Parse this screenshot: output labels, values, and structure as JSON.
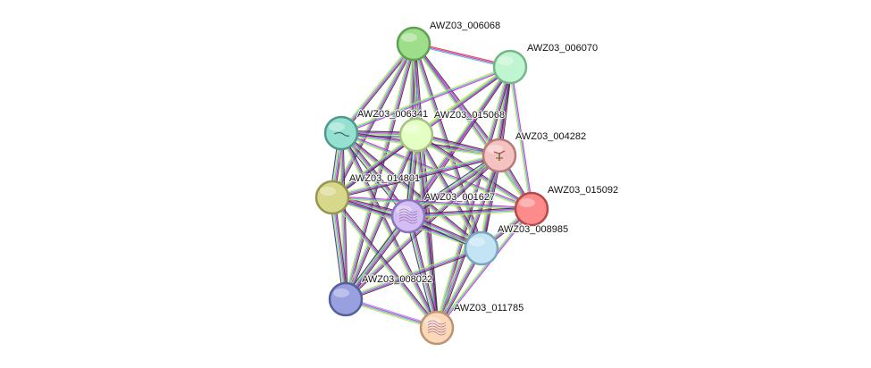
{
  "edge_colors": [
    "#333333",
    "#d620d6",
    "#3fbfbf",
    "#c8e05a",
    "#2f2f9f",
    "#e03030",
    "#a0a0e0"
  ],
  "nodes": [
    {
      "id": "AWZ03_006068",
      "label": "AWZ03_006068",
      "fill": "#9ede8a",
      "stroke": "#5ea054",
      "icon": "none"
    },
    {
      "id": "AWZ03_006070",
      "label": "AWZ03_006070",
      "fill": "#c0f5d2",
      "stroke": "#74b68a",
      "icon": "none"
    },
    {
      "id": "AWZ03_006341",
      "label": "AWZ03_006341",
      "fill": "#96e0d2",
      "stroke": "#4d9a8c",
      "icon": "line"
    },
    {
      "id": "AWZ03_015068",
      "label": "AWZ03_015068",
      "fill": "#e4ffc2",
      "stroke": "#a6c280",
      "icon": "none"
    },
    {
      "id": "AWZ03_004282",
      "label": "AWZ03_004282",
      "fill": "#f5c2c2",
      "stroke": "#b87878",
      "icon": "protein"
    },
    {
      "id": "AWZ03_014801",
      "label": "AWZ03_014801",
      "fill": "#d8d88c",
      "stroke": "#96964e",
      "icon": "none"
    },
    {
      "id": "AWZ03_001627",
      "label": "AWZ03_001627",
      "fill": "#d2bef5",
      "stroke": "#8c74bc",
      "icon": "structure"
    },
    {
      "id": "AWZ03_015092",
      "label": "AWZ03_015092",
      "fill": "#fc8c8c",
      "stroke": "#b84848",
      "icon": "none"
    },
    {
      "id": "AWZ03_008985",
      "label": "AWZ03_008985",
      "fill": "#c2e4f5",
      "stroke": "#78a6bc",
      "icon": "none"
    },
    {
      "id": "AWZ03_008022",
      "label": "AWZ03_008022",
      "fill": "#98a0e0",
      "stroke": "#54609e",
      "icon": "none"
    },
    {
      "id": "AWZ03_011785",
      "label": "AWZ03_011785",
      "fill": "#fad8b8",
      "stroke": "#bc9470",
      "icon": "structure"
    }
  ],
  "edges": [
    {
      "source": "AWZ03_006068",
      "target": "AWZ03_006070",
      "colors": [
        "#e03030",
        "#d620d6",
        "#3fbfbf"
      ]
    },
    {
      "source": "AWZ03_006068",
      "target": "AWZ03_006341",
      "colors": [
        "#333333",
        "#d620d6",
        "#3fbfbf",
        "#c8e05a"
      ]
    },
    {
      "source": "AWZ03_006068",
      "target": "AWZ03_015068",
      "colors": [
        "#333333",
        "#d620d6",
        "#3fbfbf",
        "#c8e05a"
      ]
    },
    {
      "source": "AWZ03_006068",
      "target": "AWZ03_004282",
      "colors": [
        "#333333",
        "#d620d6",
        "#3fbfbf",
        "#c8e05a"
      ]
    },
    {
      "source": "AWZ03_006068",
      "target": "AWZ03_014801",
      "colors": [
        "#333333",
        "#d620d6",
        "#3fbfbf",
        "#c8e05a"
      ]
    },
    {
      "source": "AWZ03_006068",
      "target": "AWZ03_001627",
      "colors": [
        "#333333",
        "#d620d6",
        "#3fbfbf",
        "#c8e05a"
      ]
    },
    {
      "source": "AWZ03_006068",
      "target": "AWZ03_015092",
      "colors": [
        "#d620d6",
        "#3fbfbf",
        "#c8e05a"
      ]
    },
    {
      "source": "AWZ03_006068",
      "target": "AWZ03_008985",
      "colors": [
        "#333333",
        "#d620d6",
        "#3fbfbf",
        "#c8e05a"
      ]
    },
    {
      "source": "AWZ03_006068",
      "target": "AWZ03_008022",
      "colors": [
        "#333333",
        "#d620d6",
        "#3fbfbf",
        "#c8e05a"
      ]
    },
    {
      "source": "AWZ03_006068",
      "target": "AWZ03_011785",
      "colors": [
        "#333333",
        "#d620d6",
        "#3fbfbf",
        "#c8e05a"
      ]
    },
    {
      "source": "AWZ03_006070",
      "target": "AWZ03_006341",
      "colors": [
        "#d620d6",
        "#3fbfbf",
        "#c8e05a"
      ]
    },
    {
      "source": "AWZ03_006070",
      "target": "AWZ03_015068",
      "colors": [
        "#333333",
        "#d620d6",
        "#3fbfbf",
        "#c8e05a"
      ]
    },
    {
      "source": "AWZ03_006070",
      "target": "AWZ03_004282",
      "colors": [
        "#333333",
        "#d620d6",
        "#3fbfbf",
        "#c8e05a"
      ]
    },
    {
      "source": "AWZ03_006070",
      "target": "AWZ03_014801",
      "colors": [
        "#d620d6",
        "#3fbfbf",
        "#c8e05a"
      ]
    },
    {
      "source": "AWZ03_006070",
      "target": "AWZ03_001627",
      "colors": [
        "#333333",
        "#d620d6",
        "#3fbfbf",
        "#c8e05a"
      ]
    },
    {
      "source": "AWZ03_006070",
      "target": "AWZ03_015092",
      "colors": [
        "#d620d6",
        "#3fbfbf",
        "#c8e05a"
      ]
    },
    {
      "source": "AWZ03_006070",
      "target": "AWZ03_008985",
      "colors": [
        "#333333",
        "#d620d6",
        "#3fbfbf",
        "#c8e05a"
      ]
    },
    {
      "source": "AWZ03_006070",
      "target": "AWZ03_008022",
      "colors": [
        "#d620d6",
        "#3fbfbf",
        "#c8e05a"
      ]
    },
    {
      "source": "AWZ03_006070",
      "target": "AWZ03_011785",
      "colors": [
        "#333333",
        "#d620d6",
        "#3fbfbf",
        "#c8e05a"
      ]
    },
    {
      "source": "AWZ03_006341",
      "target": "AWZ03_015068",
      "colors": [
        "#333333",
        "#d620d6",
        "#3fbfbf",
        "#c8e05a",
        "#2f2f9f"
      ]
    },
    {
      "source": "AWZ03_006341",
      "target": "AWZ03_004282",
      "colors": [
        "#333333",
        "#d620d6",
        "#3fbfbf",
        "#c8e05a"
      ]
    },
    {
      "source": "AWZ03_006341",
      "target": "AWZ03_014801",
      "colors": [
        "#333333",
        "#d620d6",
        "#3fbfbf",
        "#c8e05a",
        "#2f2f9f"
      ]
    },
    {
      "source": "AWZ03_006341",
      "target": "AWZ03_001627",
      "colors": [
        "#333333",
        "#d620d6",
        "#3fbfbf",
        "#c8e05a",
        "#2f2f9f"
      ]
    },
    {
      "source": "AWZ03_006341",
      "target": "AWZ03_015092",
      "colors": [
        "#d620d6",
        "#3fbfbf",
        "#c8e05a"
      ]
    },
    {
      "source": "AWZ03_006341",
      "target": "AWZ03_008985",
      "colors": [
        "#333333",
        "#d620d6",
        "#3fbfbf",
        "#c8e05a"
      ]
    },
    {
      "source": "AWZ03_006341",
      "target": "AWZ03_008022",
      "colors": [
        "#333333",
        "#d620d6",
        "#3fbfbf",
        "#c8e05a"
      ]
    },
    {
      "source": "AWZ03_006341",
      "target": "AWZ03_011785",
      "colors": [
        "#333333",
        "#d620d6",
        "#3fbfbf",
        "#c8e05a"
      ]
    },
    {
      "source": "AWZ03_015068",
      "target": "AWZ03_004282",
      "colors": [
        "#333333",
        "#d620d6",
        "#3fbfbf",
        "#c8e05a"
      ]
    },
    {
      "source": "AWZ03_015068",
      "target": "AWZ03_014801",
      "colors": [
        "#333333",
        "#d620d6",
        "#3fbfbf",
        "#c8e05a"
      ]
    },
    {
      "source": "AWZ03_015068",
      "target": "AWZ03_001627",
      "colors": [
        "#333333",
        "#d620d6",
        "#3fbfbf",
        "#c8e05a",
        "#2f2f9f"
      ]
    },
    {
      "source": "AWZ03_015068",
      "target": "AWZ03_015092",
      "colors": [
        "#333333",
        "#d620d6",
        "#3fbfbf",
        "#c8e05a"
      ]
    },
    {
      "source": "AWZ03_015068",
      "target": "AWZ03_008985",
      "colors": [
        "#333333",
        "#d620d6",
        "#3fbfbf",
        "#c8e05a"
      ]
    },
    {
      "source": "AWZ03_015068",
      "target": "AWZ03_008022",
      "colors": [
        "#333333",
        "#d620d6",
        "#3fbfbf",
        "#c8e05a"
      ]
    },
    {
      "source": "AWZ03_015068",
      "target": "AWZ03_011785",
      "colors": [
        "#333333",
        "#d620d6",
        "#3fbfbf",
        "#c8e05a"
      ]
    },
    {
      "source": "AWZ03_004282",
      "target": "AWZ03_014801",
      "colors": [
        "#333333",
        "#d620d6",
        "#3fbfbf",
        "#c8e05a"
      ]
    },
    {
      "source": "AWZ03_004282",
      "target": "AWZ03_001627",
      "colors": [
        "#333333",
        "#d620d6",
        "#3fbfbf",
        "#c8e05a",
        "#2f2f9f"
      ]
    },
    {
      "source": "AWZ03_004282",
      "target": "AWZ03_015092",
      "colors": [
        "#333333",
        "#d620d6",
        "#3fbfbf",
        "#c8e05a"
      ]
    },
    {
      "source": "AWZ03_004282",
      "target": "AWZ03_008985",
      "colors": [
        "#333333",
        "#d620d6",
        "#3fbfbf",
        "#c8e05a"
      ]
    },
    {
      "source": "AWZ03_004282",
      "target": "AWZ03_008022",
      "colors": [
        "#333333",
        "#d620d6",
        "#3fbfbf",
        "#c8e05a"
      ]
    },
    {
      "source": "AWZ03_004282",
      "target": "AWZ03_011785",
      "colors": [
        "#333333",
        "#d620d6",
        "#3fbfbf",
        "#c8e05a"
      ]
    },
    {
      "source": "AWZ03_014801",
      "target": "AWZ03_001627",
      "colors": [
        "#333333",
        "#d620d6",
        "#3fbfbf",
        "#c8e05a",
        "#2f2f9f"
      ]
    },
    {
      "source": "AWZ03_014801",
      "target": "AWZ03_015092",
      "colors": [
        "#d620d6",
        "#3fbfbf",
        "#c8e05a"
      ]
    },
    {
      "source": "AWZ03_014801",
      "target": "AWZ03_008985",
      "colors": [
        "#333333",
        "#d620d6",
        "#3fbfbf",
        "#c8e05a"
      ]
    },
    {
      "source": "AWZ03_014801",
      "target": "AWZ03_008022",
      "colors": [
        "#333333",
        "#d620d6",
        "#3fbfbf",
        "#c8e05a",
        "#2f2f9f"
      ]
    },
    {
      "source": "AWZ03_014801",
      "target": "AWZ03_011785",
      "colors": [
        "#333333",
        "#d620d6",
        "#3fbfbf",
        "#c8e05a"
      ]
    },
    {
      "source": "AWZ03_001627",
      "target": "AWZ03_015092",
      "colors": [
        "#333333",
        "#d620d6",
        "#3fbfbf",
        "#c8e05a"
      ]
    },
    {
      "source": "AWZ03_001627",
      "target": "AWZ03_008985",
      "colors": [
        "#333333",
        "#d620d6",
        "#3fbfbf",
        "#c8e05a",
        "#2f2f9f"
      ]
    },
    {
      "source": "AWZ03_001627",
      "target": "AWZ03_008022",
      "colors": [
        "#333333",
        "#d620d6",
        "#3fbfbf",
        "#c8e05a",
        "#2f2f9f"
      ]
    },
    {
      "source": "AWZ03_001627",
      "target": "AWZ03_011785",
      "colors": [
        "#333333",
        "#d620d6",
        "#3fbfbf",
        "#c8e05a",
        "#2f2f9f"
      ]
    },
    {
      "source": "AWZ03_015092",
      "target": "AWZ03_008985",
      "colors": [
        "#333333",
        "#d620d6",
        "#3fbfbf",
        "#c8e05a"
      ]
    },
    {
      "source": "AWZ03_015092",
      "target": "AWZ03_011785",
      "colors": [
        "#d620d6",
        "#3fbfbf",
        "#c8e05a"
      ]
    },
    {
      "source": "AWZ03_008985",
      "target": "AWZ03_008022",
      "colors": [
        "#333333",
        "#d620d6",
        "#3fbfbf",
        "#c8e05a"
      ]
    },
    {
      "source": "AWZ03_008985",
      "target": "AWZ03_011785",
      "colors": [
        "#333333",
        "#d620d6",
        "#3fbfbf",
        "#c8e05a"
      ]
    },
    {
      "source": "AWZ03_008022",
      "target": "AWZ03_011785",
      "colors": [
        "#a0a0e0",
        "#d620d6",
        "#3fbfbf",
        "#c8e05a"
      ]
    }
  ]
}
